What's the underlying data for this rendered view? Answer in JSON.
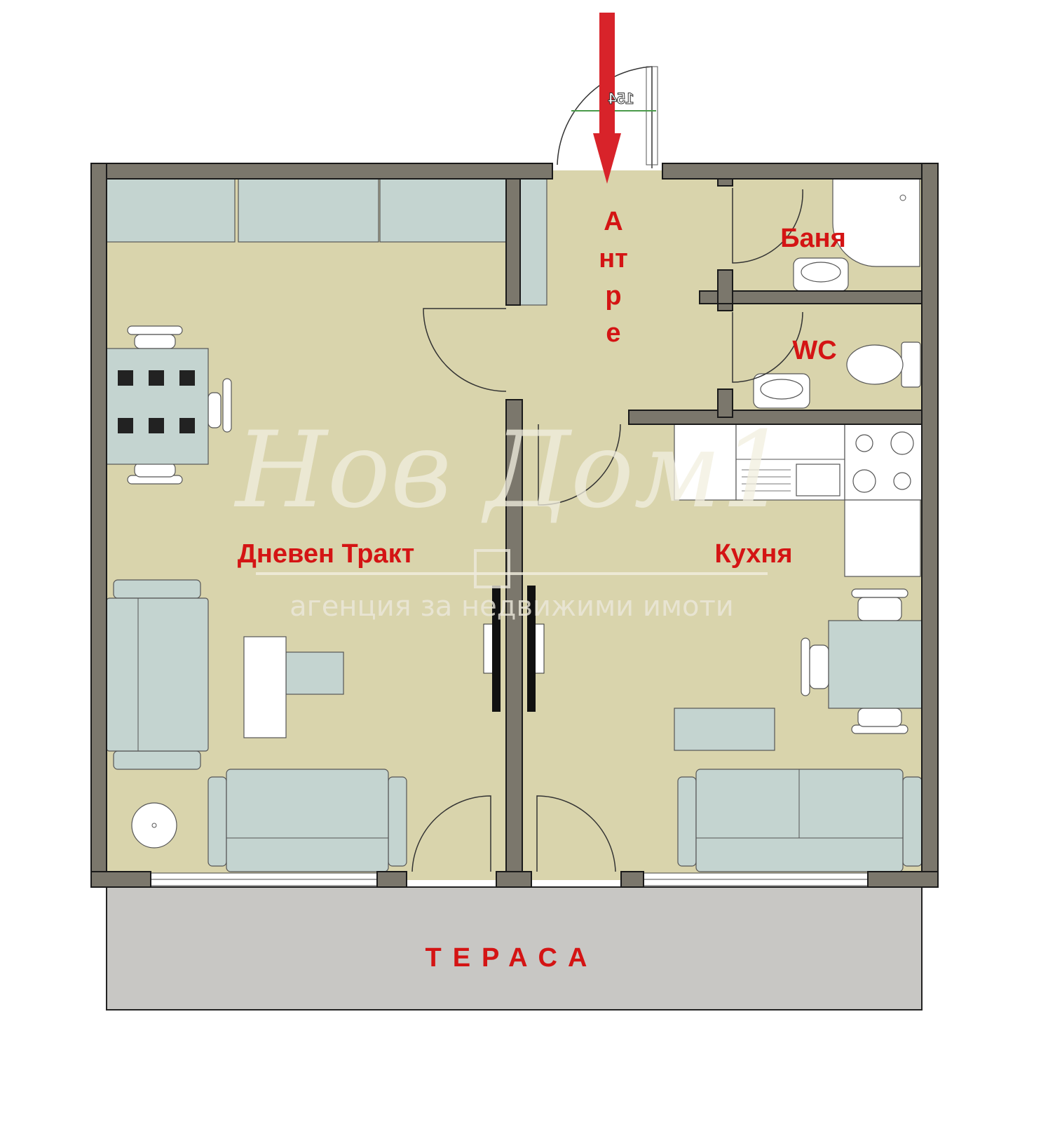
{
  "rooms": {
    "entrance": "Антре",
    "entrance_letters": [
      "А",
      "н",
      "т",
      "р",
      "е"
    ],
    "bathroom": "Баня",
    "wc": "WC",
    "living": "Дневен Тракт",
    "kitchen": "Кухня",
    "terrace": "ТЕРАСА"
  },
  "door_number": "154",
  "watermark": {
    "logo": "Нов Дом1",
    "tagline": "агенция за недвижими имоти"
  },
  "colors": {
    "floor": "#d9d4ac",
    "walls": "#7b776c",
    "furniture": "#c4d4d0",
    "terrace": "#c8c7c4",
    "labels": "#d41414",
    "arrow": "#d8232a"
  }
}
